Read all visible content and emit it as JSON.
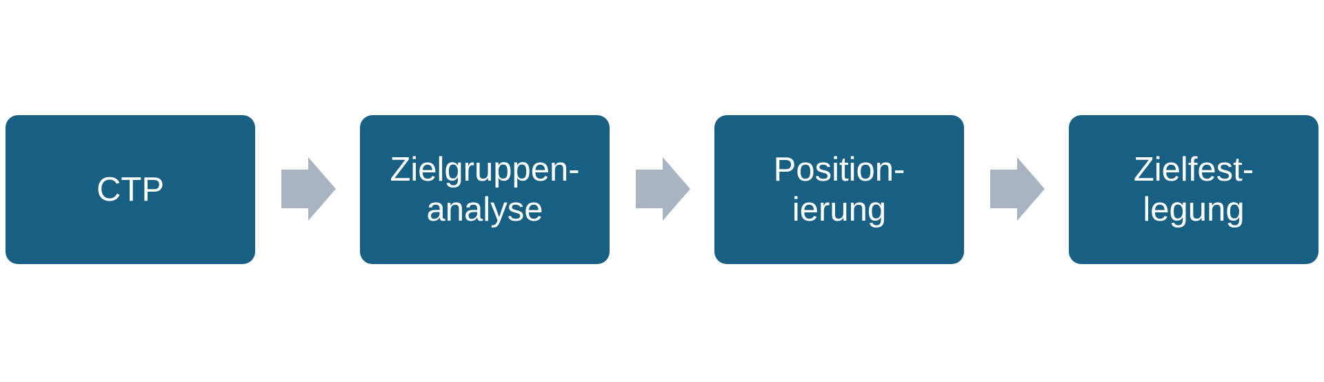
{
  "diagram": {
    "colors": {
      "box_fill": "#186083",
      "box_text": "#ffffff",
      "arrow_fill": "#a9b4c2",
      "background": "#ffffff"
    },
    "steps": [
      {
        "lines": [
          "CTP"
        ]
      },
      {
        "lines": [
          "Zielgruppen-",
          "analyse"
        ]
      },
      {
        "lines": [
          "Position-",
          "ierung"
        ]
      },
      {
        "lines": [
          "Zielfest-",
          "legung"
        ]
      }
    ],
    "connectors": [
      {
        "from": 0,
        "to": 1,
        "icon": "arrow-right-icon"
      },
      {
        "from": 1,
        "to": 2,
        "icon": "arrow-right-icon"
      },
      {
        "from": 2,
        "to": 3,
        "icon": "arrow-right-icon"
      }
    ]
  }
}
